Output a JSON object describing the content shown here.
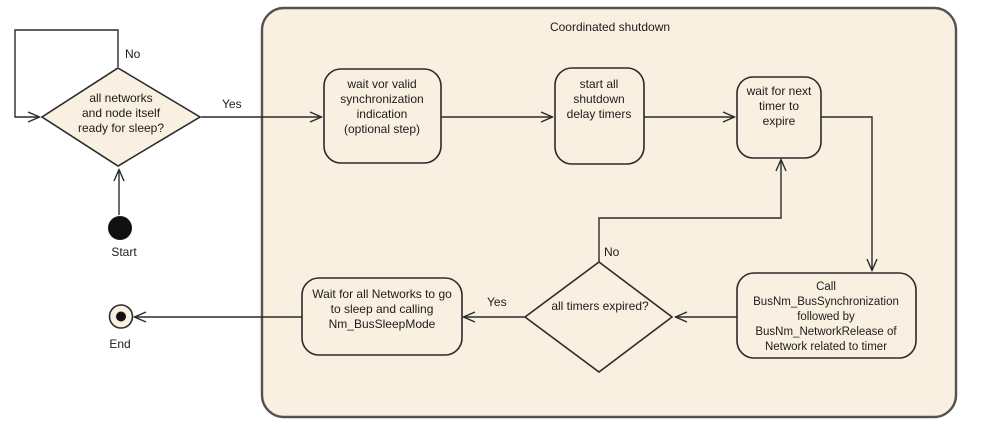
{
  "colors": {
    "canvas_bg": "#ffffff",
    "shape_fill": "#faf0e1",
    "frame_border": "#55534b",
    "shape_border": "#2b2b2b",
    "line": "#2b2b2b",
    "text": "#1c1c1c",
    "start_end_dot": "#111111"
  },
  "frame": {
    "title": "Coordinated shutdown"
  },
  "start_node": {
    "label": "Start"
  },
  "end_node": {
    "label": "End"
  },
  "decisions": {
    "ready_for_sleep": {
      "lines": [
        "all networks",
        "and node itself",
        "ready for sleep?"
      ]
    },
    "all_timers_expired": {
      "label": "all timers expired?"
    }
  },
  "activities": {
    "wait_sync": {
      "lines": [
        "wait vor valid",
        "synchronization",
        "indication",
        "(optional step)"
      ]
    },
    "start_timers": {
      "lines": [
        "start all",
        "shutdown",
        "delay timers"
      ]
    },
    "wait_next_timer": {
      "lines": [
        "wait for next",
        "timer to",
        "expire"
      ]
    },
    "call_busnm": {
      "lines": [
        "Call",
        "BusNm_BusSynchronization",
        "followed by",
        "BusNm_NetworkRelease of",
        "Network related to timer"
      ]
    },
    "wait_networks_sleep": {
      "lines": [
        "Wait for all Networks to go",
        "to sleep and calling",
        "Nm_BusSleepMode"
      ]
    }
  },
  "edge_labels": {
    "no_loop": "No",
    "yes_to_shutdown": "Yes",
    "no_timers": "No",
    "yes_timers": "Yes"
  }
}
